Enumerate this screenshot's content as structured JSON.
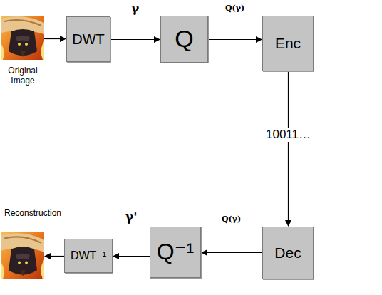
{
  "diagram": {
    "nodes": [
      {
        "text": [
          "Original Image"
        ]
      },
      {
        "text": [
          "DWT"
        ]
      },
      {
        "text": [
          "Q"
        ]
      },
      {
        "text": [
          "Enc"
        ]
      },
      {
        "text": [
          "Dec"
        ]
      },
      {
        "text": [
          "Q⁻¹"
        ]
      },
      {
        "text": [
          "DWT⁻¹"
        ]
      },
      {
        "text": [
          "Reconstruction"
        ]
      }
    ],
    "edges": [
      {
        "from": 0,
        "to": 1,
        "arrow": "to"
      },
      {
        "from": 1,
        "to": 2,
        "label": "γ",
        "arrow": "to"
      },
      {
        "from": 2,
        "to": 3,
        "label": "Q(γ)",
        "arrow": "to"
      },
      {
        "from": 3,
        "to": 4,
        "label": "10011…",
        "arrow": "to"
      },
      {
        "from": 4,
        "to": 5,
        "label": "Q(γ)",
        "arrow": "to"
      },
      {
        "from": 5,
        "to": 6,
        "label": "γ'",
        "arrow": "to"
      },
      {
        "from": 6,
        "to": 7,
        "arrow": "to"
      }
    ]
  }
}
